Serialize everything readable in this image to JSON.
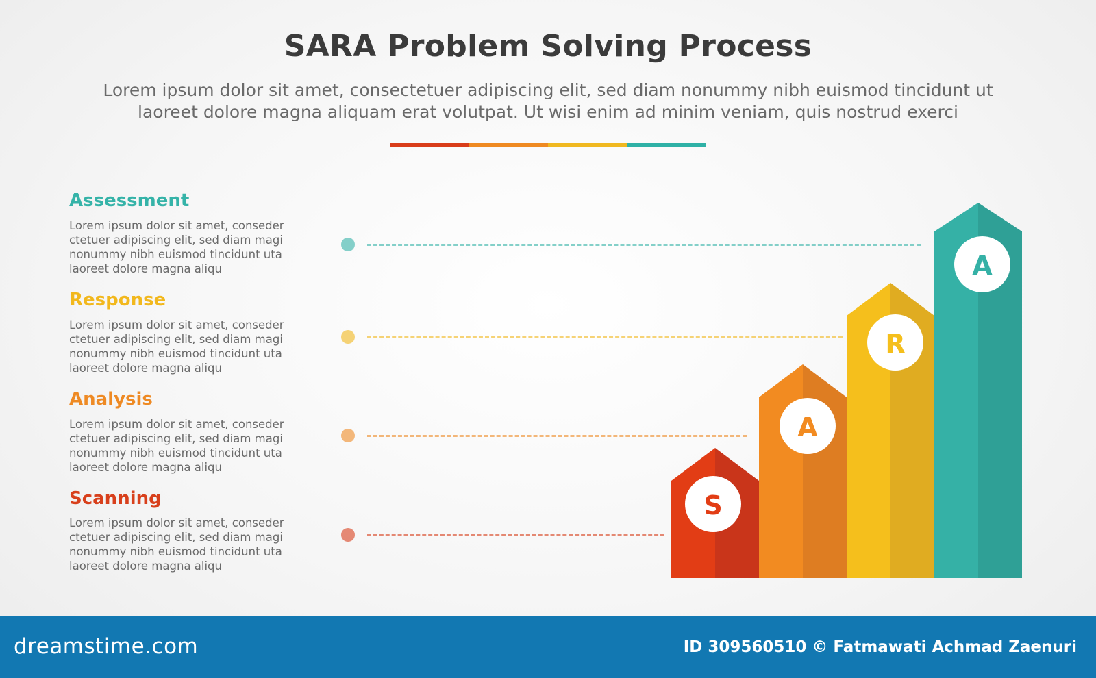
{
  "title": "SARA Problem Solving Process",
  "subtitle_line1": "Lorem ipsum dolor sit amet, consectetuer adipiscing elit, sed diam nonummy nibh euismod tincidunt ut",
  "subtitle_line2": "laoreet dolore magna aliquam erat volutpat. Ut wisi enim ad minim veniam, quis nostrud exerci",
  "accent_colors": [
    "#d93d1a",
    "#ef8a22",
    "#f0b820",
    "#2fb1a6"
  ],
  "steps": [
    {
      "title": "Assessment",
      "color": "#35b3a8",
      "desc": [
        "Lorem ipsum dolor sit amet, conseder",
        "ctetuer adipiscing elit, sed diam magi",
        "nonummy nibh euismod tincidunt uta",
        "laoreet dolore magna aliqu"
      ]
    },
    {
      "title": "Response",
      "color": "#f2b81d",
      "desc": [
        "Lorem ipsum dolor sit amet, conseder",
        "ctetuer adipiscing elit, sed diam magi",
        "nonummy nibh euismod tincidunt uta",
        "laoreet dolore magna aliqu"
      ]
    },
    {
      "title": "Analysis",
      "color": "#ee8a24",
      "desc": [
        "Lorem ipsum dolor sit amet, conseder",
        "ctetuer adipiscing elit, sed diam magi",
        "nonummy nibh euismod tincidunt uta",
        "laoreet dolore magna aliqu"
      ]
    },
    {
      "title": "Scanning",
      "color": "#d8401c",
      "desc": [
        "Lorem ipsum dolor sit amet, conseder",
        "ctetuer adipiscing elit, sed diam magi",
        "nonummy nibh euismod tincidunt uta",
        "laoreet dolore magna aliqu"
      ]
    }
  ],
  "arrows": [
    {
      "letter": "S",
      "light": "#e23d15",
      "dark": "#c9351a"
    },
    {
      "letter": "A",
      "light": "#f28b21",
      "dark": "#de7d22"
    },
    {
      "letter": "R",
      "light": "#f5bf1c",
      "dark": "#e0ac21"
    },
    {
      "letter": "A",
      "light": "#35b1a6",
      "dark": "#2fa096"
    }
  ],
  "footer": {
    "logo": "dreamstime.com",
    "id_text": "ID 309560510 © Fatmawati Achmad Zaenuri"
  }
}
